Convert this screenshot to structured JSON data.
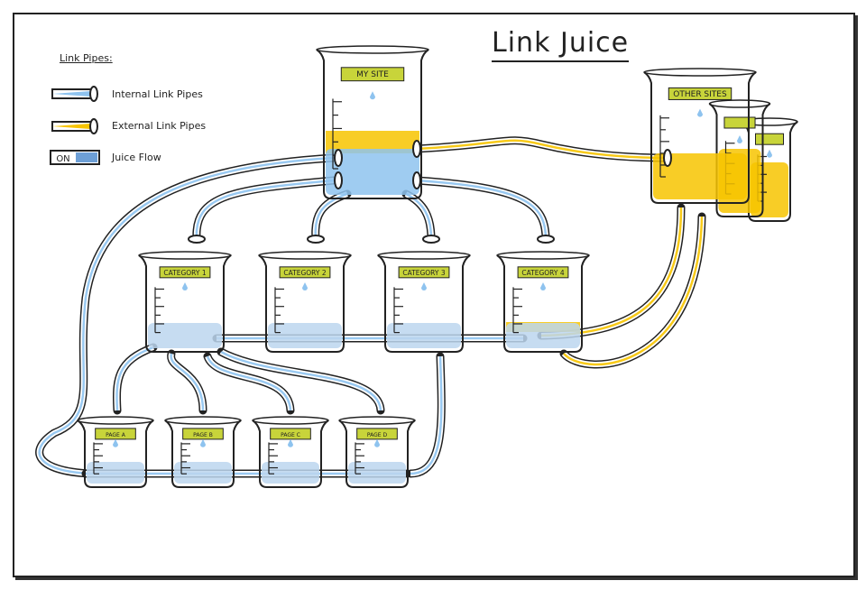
{
  "title": "Link Juice",
  "legend": {
    "heading": "Link Pipes:",
    "items": [
      {
        "label": "Internal Link Pipes",
        "color": "#8ec3ef"
      },
      {
        "label": "External Link Pipes",
        "color": "#f7c400"
      },
      {
        "label": "Juice Flow",
        "toggle": "ON"
      }
    ]
  },
  "beakers": {
    "my_site": "MY SITE",
    "other_sites": "OTHER SITES",
    "categories": [
      "CATEGORY 1",
      "CATEGORY 2",
      "CATEGORY 3",
      "CATEGORY 4"
    ],
    "pages": [
      "PAGE A",
      "PAGE B",
      "PAGE C",
      "PAGE D"
    ]
  },
  "colors": {
    "internal": "#8ec3ef",
    "external": "#f7c400",
    "label": "#c8d43a",
    "outline": "#222222"
  }
}
